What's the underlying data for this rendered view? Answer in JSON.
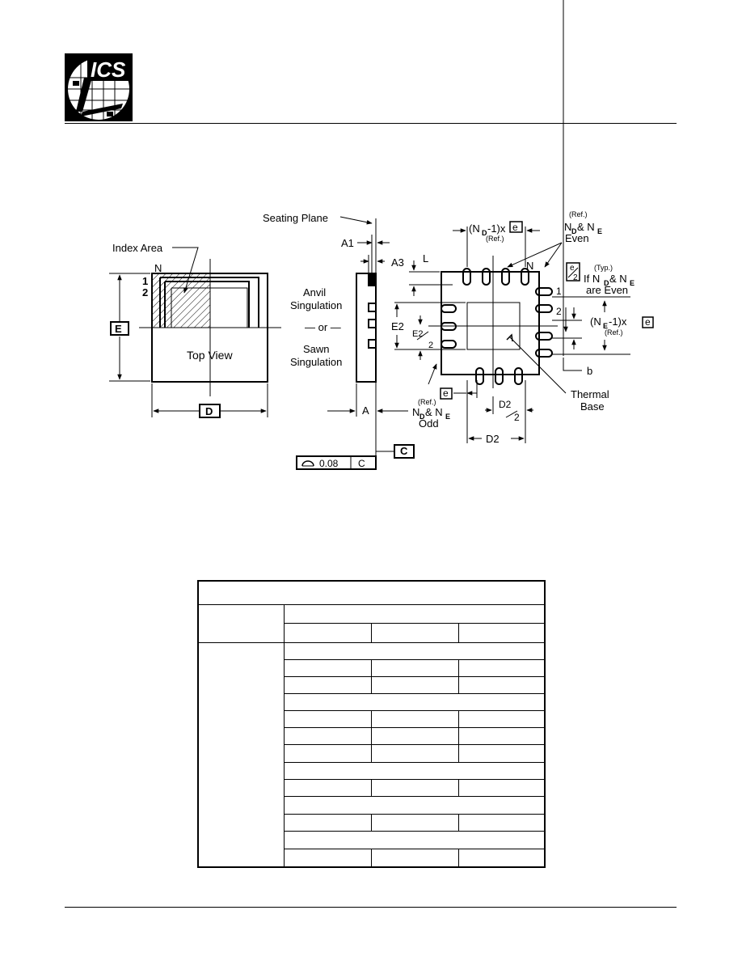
{
  "header": {
    "logo_text": "ICS"
  },
  "drawing": {
    "seating_plane": "Seating Plane",
    "index_area": "Index Area",
    "top_view": "Top View",
    "pin_n": "N",
    "pin_1": "1",
    "pin_2": "2",
    "dim_e": "E",
    "dim_d": "D",
    "a1": "A1",
    "a3": "A3",
    "a": "A",
    "l": "L",
    "anvil_line1": "Anvil",
    "anvil_line2": "Singulation",
    "or_text": "— or —",
    "sawn_line1": "Sawn",
    "sawn_line2": "Singulation",
    "c_label": "C",
    "flatness_value": "0.08",
    "flatness_datum": "C",
    "nd_pitch_prefix": "(N",
    "nd_sub": "D",
    "nd_pitch_suffix": "-1)x",
    "e_box": "e",
    "ref_text": "(Ref.)",
    "nd_ne_even_line1": "N",
    "nd_ne_sub_d": "D",
    "nd_ne_amp": " & N",
    "nd_ne_sub_e": "E",
    "even": "Even",
    "typ_text": "(Typ.)",
    "e_over_2_num": "e",
    "e_over_2_den": "2",
    "if_line": "If N",
    "are_even": "are Even",
    "ne_pitch_prefix": "(N",
    "ne_sub": "E",
    "ne_pitch_suffix": "-1)x",
    "e2": "E2",
    "e2_half_num": "E2",
    "e2_half_den": "2",
    "odd": "Odd",
    "d2_half_num": "D2",
    "d2_half_den": "2",
    "d2": "D2",
    "thermal_line1": "Thermal",
    "thermal_line2": "Base",
    "b": "b",
    "n_top": "N",
    "one_right": "1",
    "two_right": "2"
  }
}
